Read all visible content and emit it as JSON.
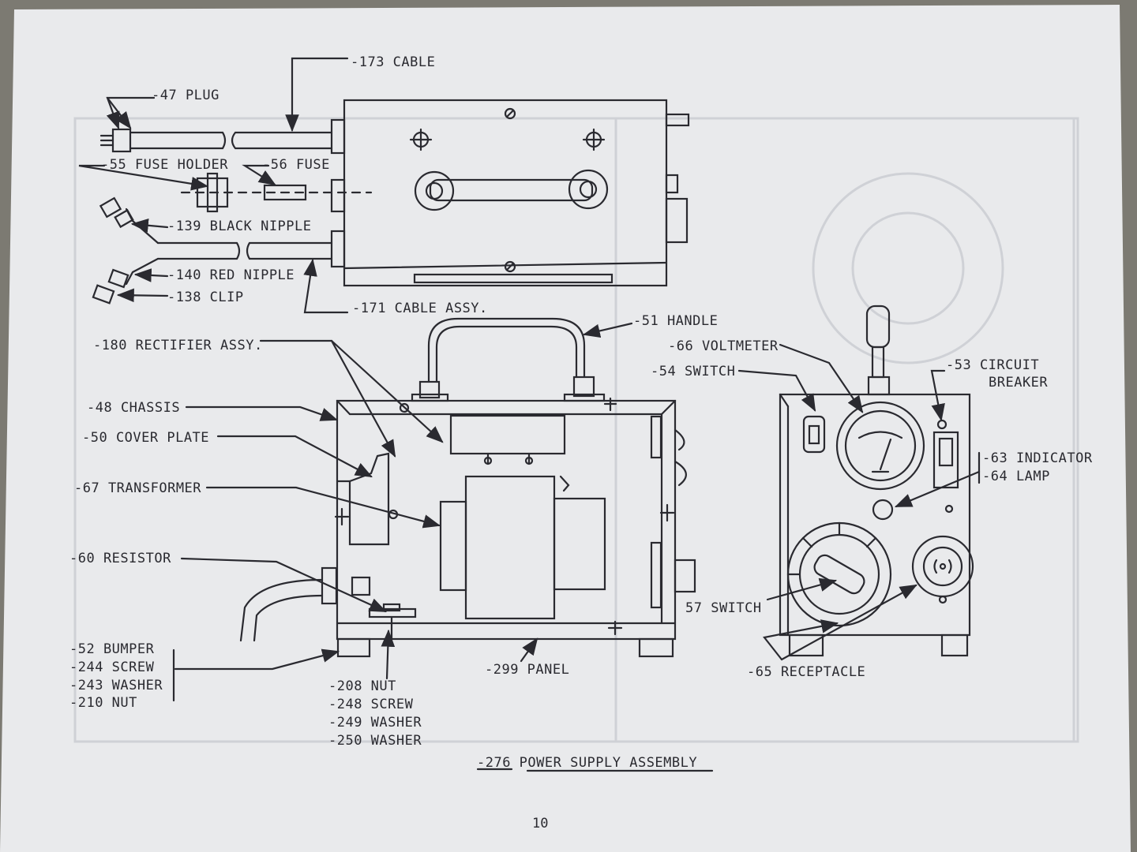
{
  "labels": {
    "cable_173": "-173 CABLE",
    "plug_47": "-47 PLUG",
    "fuse_holder_55": "-55 FUSE HOLDER",
    "fuse_56": "-56 FUSE",
    "black_nipple_139": "-139 BLACK NIPPLE",
    "red_nipple_140": "-140 RED NIPPLE",
    "clip_138": "-138 CLIP",
    "cable_assy_171": "-171 CABLE ASSY.",
    "handle_51": "-51 HANDLE",
    "voltmeter_66": "-66 VOLTMETER",
    "switch_54": "-54 SWITCH",
    "circuit_breaker_53_line1": "-53 CIRCUIT",
    "circuit_breaker_53_line2": "BREAKER",
    "indicator_63": "-63 INDICATOR",
    "lamp_64": "-64 LAMP",
    "rectifier_180": "-180 RECTIFIER ASSY.",
    "chassis_48": "-48 CHASSIS",
    "cover_plate_50": "-50 COVER PLATE",
    "transformer_67": "-67 TRANSFORMER",
    "resistor_60": "-60 RESISTOR",
    "switch_57": "57 SWITCH",
    "receptacle_65": "-65 RECEPTACLE",
    "panel_299": "-299 PANEL",
    "bumper_group": [
      "-52 BUMPER",
      "-244 SCREW",
      "-243 WASHER",
      "-210 NUT"
    ],
    "nut_group": [
      "-208 NUT",
      "-248 SCREW",
      "-249 WASHER",
      "-250 WASHER"
    ]
  },
  "caption": "-276 POWER SUPPLY ASSEMBLY",
  "page_number": "10",
  "colors": {
    "paper": "#e9eaec",
    "ink": "#2a2a30",
    "background": "#7c7a72"
  }
}
